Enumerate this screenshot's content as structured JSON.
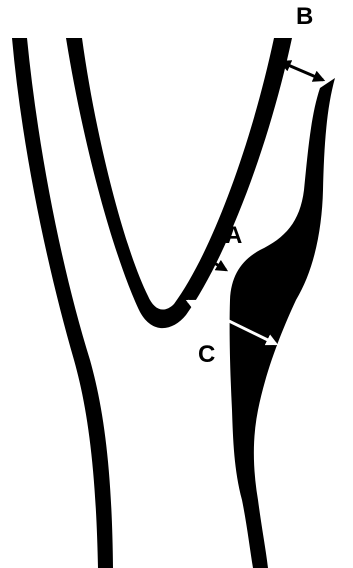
{
  "labels": {
    "a": "A",
    "b": "B",
    "c": "C"
  },
  "colors": {
    "background": "#ffffff",
    "wall": "#000000",
    "arrow_black": "#000000",
    "arrow_white": "#ffffff"
  },
  "structure": {
    "vessel_walls": 3,
    "thickened_region": "plaque"
  }
}
